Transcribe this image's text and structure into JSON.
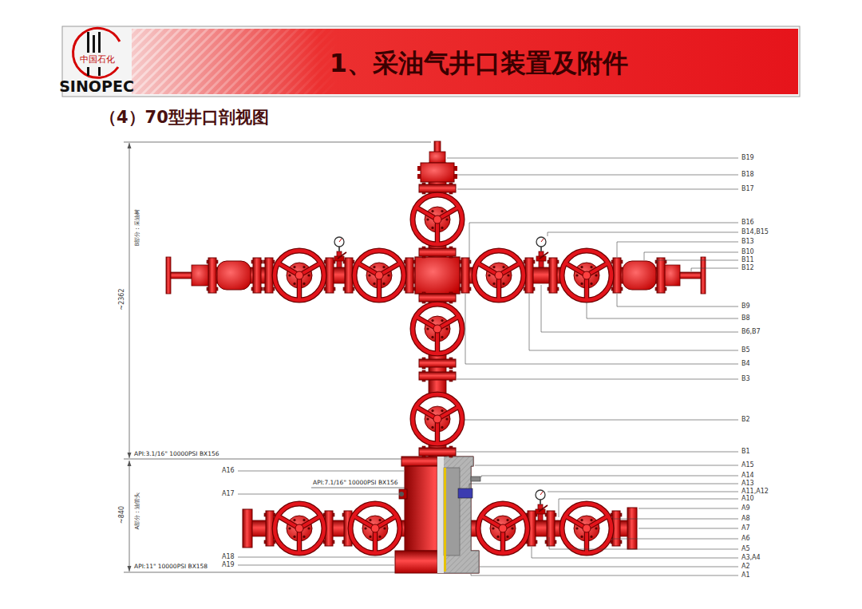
{
  "diagram": {
    "title": "1、采油气井口装置及附件",
    "labels": [
      "中国石化",
      "SINOPEC",
      "（4）70型井口剖视图",
      "B19",
      "B18",
      "B17",
      "B16",
      "B14,B15",
      "B13",
      "B10",
      "B11",
      "B12",
      "B9",
      "B8",
      "B6,B7",
      "B5",
      "B4",
      "B3",
      "B2",
      "B1",
      "A15",
      "A14",
      "A13",
      "A11,A12",
      "A10",
      "A9",
      "A8",
      "A7",
      "A6",
      "A5",
      "A3,A4",
      "A2",
      "A1",
      "A16",
      "A17",
      "A18",
      "A19",
      "API:3.1/16\" 10000PSI BX156",
      "API:7.1/16\" 10000PSI BX156",
      "API:11\" 10000PSI BX158",
      "~2362",
      "B部分：采油树",
      "~840",
      "A部分：油管头"
    ]
  }
}
